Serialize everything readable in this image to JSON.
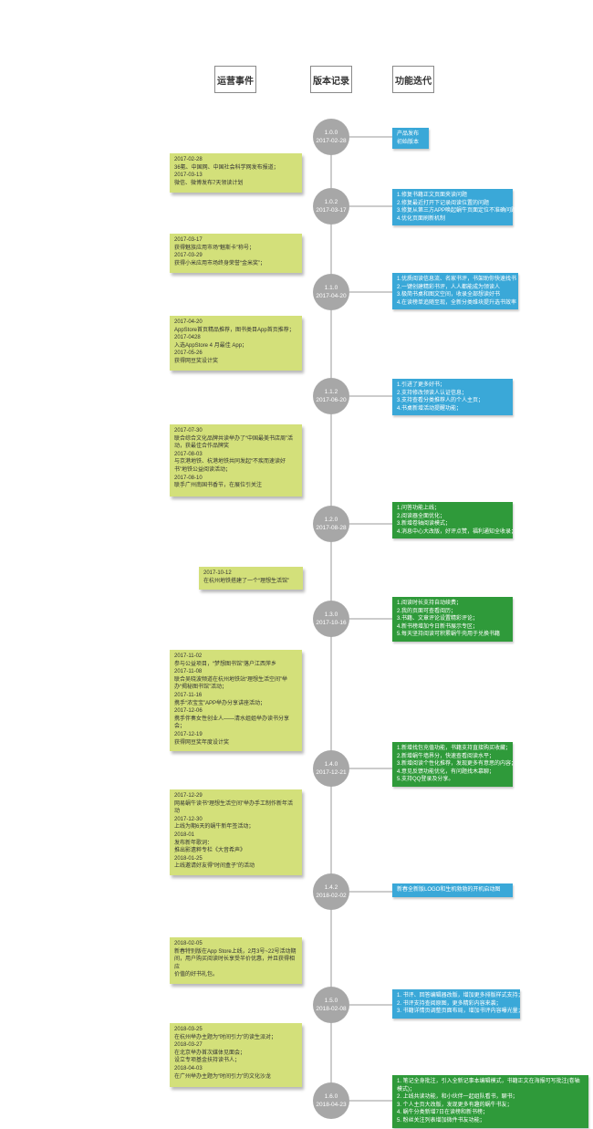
{
  "headers": {
    "events": "运营事件",
    "versions": "版本记录",
    "features": "功能迭代"
  },
  "colors": {
    "node": "#a7a7a7",
    "event_note": "#d3e07a",
    "feature_blue": "#3aa8d8",
    "feature_green": "#2f9a3a",
    "line": "#9a9a9a"
  },
  "versions": [
    {
      "version": "1.0.0",
      "date": "2017-02-28"
    },
    {
      "version": "1.0.2",
      "date": "2017-03-17"
    },
    {
      "version": "1.1.0",
      "date": "2017-04-20"
    },
    {
      "version": "1.1.2",
      "date": "2017-06-20"
    },
    {
      "version": "1.2.0",
      "date": "2017-08-28"
    },
    {
      "version": "1.3.0",
      "date": "2017-10-16"
    },
    {
      "version": "1.4.0",
      "date": "2017-12-21"
    },
    {
      "version": "1.4.2",
      "date": "2018-02-02"
    },
    {
      "version": "1.5.0",
      "date": "2018-02-08"
    },
    {
      "version": "1.6.0",
      "date": "2018-04-23"
    }
  ],
  "features": [
    [
      "产品发布",
      "初始版本"
    ],
    [
      "1.修复书籍正文页面夹读问题",
      "2.修复最近打开下记录阅读位置的问题",
      "3.修复从第三方APP唤起蜗牛页面定位不准确问题",
      "4.优化页面刷新机制"
    ],
    [
      "1.优质阅读信息流、名家书评，书架助你快速找书",
      "2.一键创建精彩书评，人人都能成为领读人",
      "3.极简书桌和图文空间，收录全部想读好书",
      "4.在读榜单追随至现，全新分类维块提升选书效率"
    ],
    [
      "1.引进了更多好书；",
      "2.支持修改领读人认证信息；",
      "3.支持查看分类推荐人的个人主页；",
      "4.书桌新增活动提醒功能；"
    ],
    [
      "1.问答功能上线；",
      "2.阅读器全面优化；",
      "3.新增卷轴阅读模式；",
      "4.消息中心大改版，好评点赞，福利通知全收录；"
    ],
    [
      "1.阅读时长支持自动续费；",
      "2.我的页面可查看阅历；",
      "3.书籍、文章评论设置精彩评论；",
      "4.新书榜增加今日新书展示专区；",
      "5.每天坚持阅读可积累蜗牛壳用于兑换书籍"
    ],
    [
      "1.新增找包充值功能，书籍支持直接购买收藏；",
      "2.新增蜗牛墙界分，快速查看阅读水平；",
      "3.新增阅读个性化推荐，发现更多有意思的内容；",
      "4.意见反馈功能优化，有问题找木慕聊；",
      "5.支持QQ登录及分享。"
    ],
    [
      "新春全新版LOGO和生机勃勃的开机启动图"
    ],
    [
      "1. 书评、回答编辑器改版，增加更多排版样式支持；",
      "2. 书评支持查阅原图，更多精彩内容来袭；",
      "3. 书籍详情页调整页面布局，增加书评内容曝光量；"
    ],
    [
      "1. 笔记全身批注，引入全新记事本编辑模式，书籍正文在海报可写批注(卷轴模式)；",
      "2. 上线共读功能，和小伙伴一起组队看书，聊书；",
      "3. 个人主页大改版，发现更多有趣的蜗牛书友；",
      "4. 蜗牛分类新增7日在读榜和新书榜；",
      "5. 粉丝关注列表增加微件书友功能；"
    ]
  ],
  "events": [
    [
      "2017-02-28",
      "36氪、中国网、中国社会科学网发布报道；",
      "2017-03-13",
      "微信、微博发布7天领读计划"
    ],
    [
      "2017-03-17",
      "获得魅族应用市场“魅斯卡”称号；",
      "2017-03-29",
      "获得小米应用市场终身荣誉“金米奖”；"
    ],
    [
      "2017-04-20",
      "AppStore首页精品推荐，图书类目App首页推荐；",
      "2017-0428",
      "入选AppStore 4 月最佳 App；",
      "2017-05-26",
      "获得网豆奖设计奖"
    ],
    [
      "2017-07-30",
      "联合综合文化品牌共读举办了“中国最美书店周”活动，获最佳合作品牌奖",
      "2017-08-03",
      "与京港地铁、杭港地铁共同发起“不疾而速读好",
      "书”地铁公益阅读活动；",
      "2017-08-10",
      "联手广州南国书香节，在展位引关注"
    ],
    [
      "2017-10-12",
      "在杭州地铁搭建了一个“理想生活馆”"
    ],
    [
      "2017-11-02",
      "参与公益项目，“梦想图书馆”落户江西萍乡",
      "2017-11-08",
      "联合吴晓波频道在杭州地铁站“理想生活空间”举",
      "办“揭秘图书馆”活动；",
      "2017-11-16",
      "携手“浓宝宝”APP举办分享讲座活动；",
      "2017-12-06",
      "携手伴奏女性创业人——清水姐姐举办读书分享会；",
      "2017-12-19",
      "获得网豆奖年度设计奖"
    ],
    [
      "2017-12-29",
      "网易蜗牛读书“理想生活空间”举办手工制作新年活",
      "动",
      "2017-12-30",
      "上线为期6天的蜗牛新年签活动；",
      "2018-01",
      "发布新年歌词：",
      "推出影遗粹专栏《大音希声》",
      "2018-01-25",
      "上线邀请好友得“时间盒子”的活动"
    ],
    [
      "2018-02-05",
      "新春特别版在App Store上线，2月3号~22号活动期",
      "间，用户购买阅读时长享受半价优惠，并且获得相应",
      "价值的好书礼包。"
    ],
    [
      "2018-03-25",
      "在杭州举办主题为“时间引力”的读生派对；",
      "2018-03-27",
      "在北京举办首次媒体见面会；",
      "设立专项基金扶持读书人；",
      "2018-04-03",
      "在广州举办主题为“时间引力”的文化沙龙"
    ]
  ]
}
